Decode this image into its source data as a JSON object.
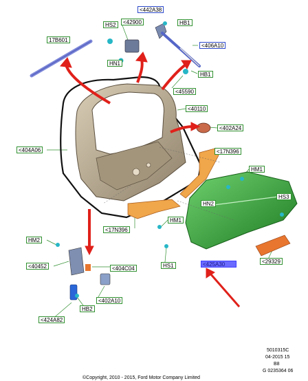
{
  "labels": {
    "l442A38": "<442A38",
    "lHS2": "HS2",
    "l42900": "<42900",
    "lHB1a": "HB1",
    "l17B601": "17B601",
    "l406A10": "<406A10",
    "lHN1": "HN1",
    "lHB1b": "HB1",
    "l45590": "<45590",
    "l40110": "<40110",
    "l402A24": "<402A24",
    "l404A06": "<404A06",
    "l17N396a": "<17N396",
    "lHM1a": "HM1",
    "lHN2": "HN2",
    "lHS3": "HS3",
    "l17N396b": "<17N396",
    "lHM1b": "HM1",
    "lHM2": "HM2",
    "lHS1": "HS1",
    "l425A30": "<425A30",
    "l29329": "<29329",
    "l40452": "<40452",
    "l404C04": "<404C04",
    "lHB2": "HB2",
    "l402A10": "<402A10",
    "l424A82": "<424A82"
  },
  "footer": {
    "code1": "5010315C",
    "code2": "04-2015 15",
    "code3": "B8",
    "code4": "G 0235364 06",
    "copyright": "©Copyright, 2010 - 2015, Ford Motor Company Limited"
  },
  "colors": {
    "label_border": "#2f8f2f",
    "highlight_fill": "#6b6bff",
    "arrow_red": "#e0201a",
    "liftgate_body": "#b5a68c",
    "spoiler_green": "#2f9a2f",
    "bracket_orange": "#e08a2a"
  }
}
